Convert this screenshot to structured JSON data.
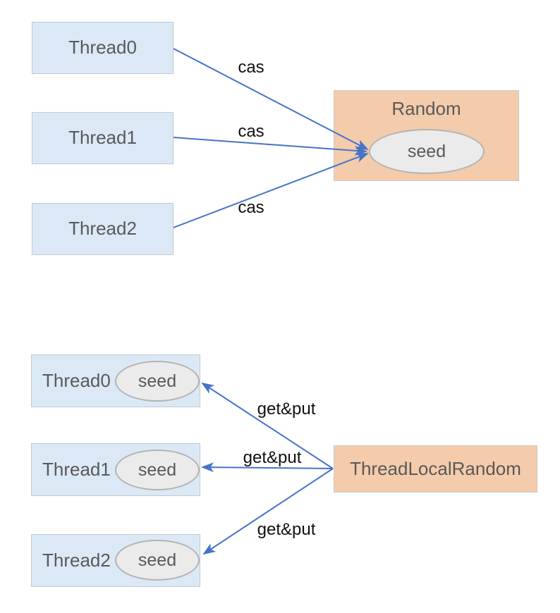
{
  "top": {
    "threads": [
      {
        "label": "Thread0"
      },
      {
        "label": "Thread1"
      },
      {
        "label": "Thread2"
      }
    ],
    "random": {
      "title": "Random",
      "seed": "seed"
    },
    "edges": [
      {
        "label": "cas"
      },
      {
        "label": "cas"
      },
      {
        "label": "cas"
      }
    ]
  },
  "bottom": {
    "threads": [
      {
        "label": "Thread0",
        "seed": "seed"
      },
      {
        "label": "Thread1",
        "seed": "seed"
      },
      {
        "label": "Thread2",
        "seed": "seed"
      }
    ],
    "random": {
      "title": "ThreadLocalRandom"
    },
    "edges": [
      {
        "label": "get&put"
      },
      {
        "label": "get&put"
      },
      {
        "label": "get&put"
      }
    ]
  },
  "colors": {
    "arrow_blue": "#4673c8",
    "thread_box_fill": "#dbe9f6",
    "random_box_fill": "#f4ccab",
    "ellipse_fill": "#ebebeb",
    "node_text": "#595959",
    "edge_label_text": "#111111"
  }
}
